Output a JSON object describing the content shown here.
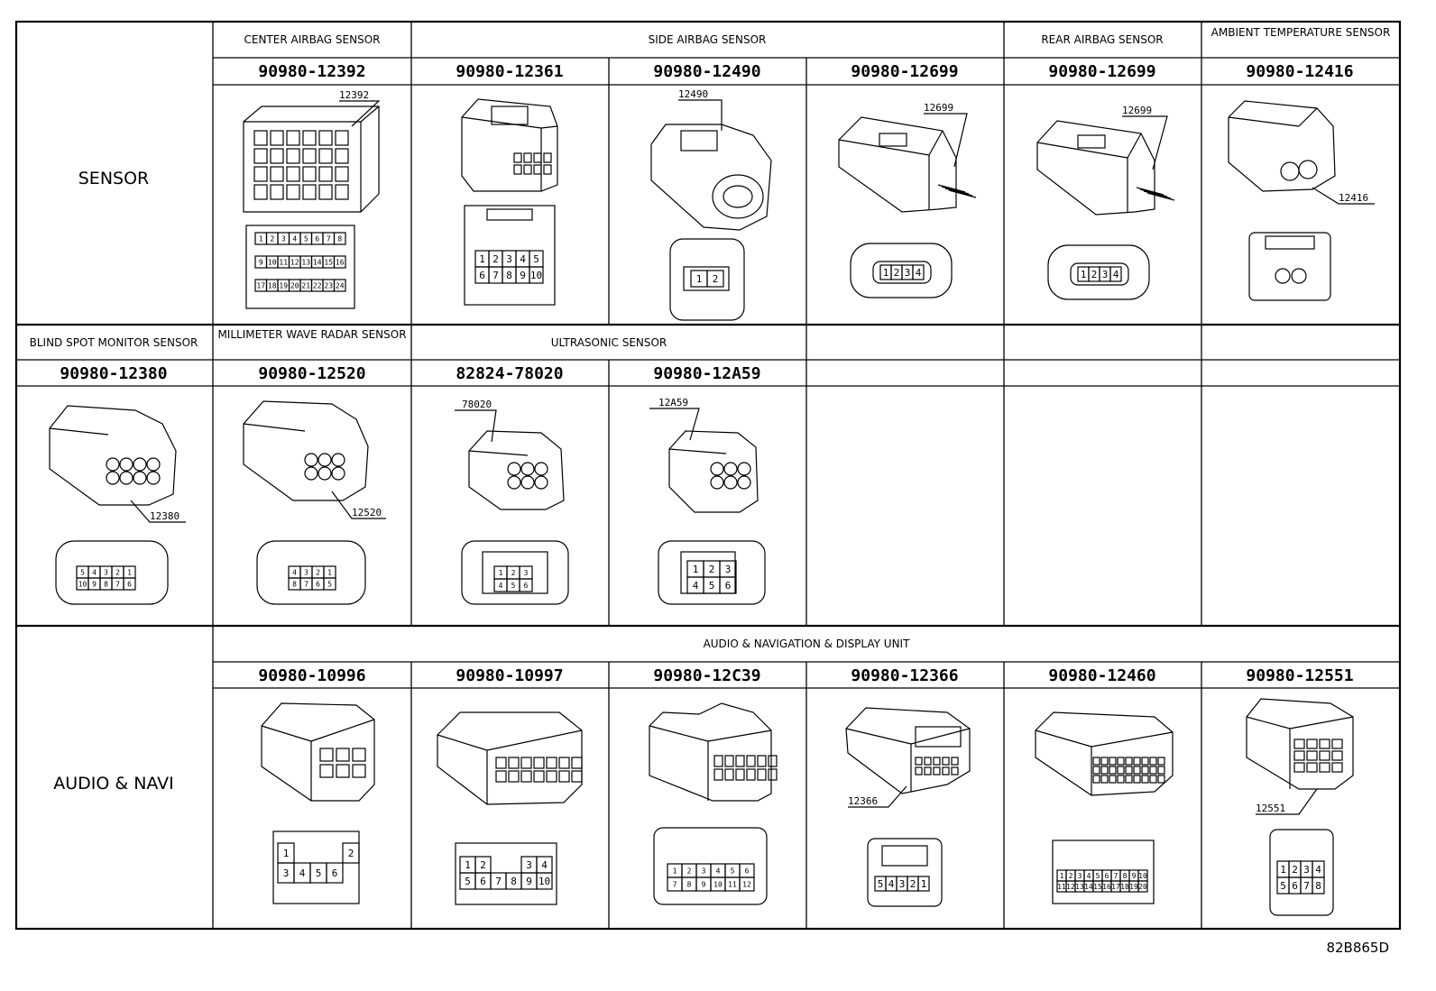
{
  "categories": {
    "sensor": "SENSOR",
    "audio": "AUDIO & NAVI"
  },
  "row1": {
    "headers": {
      "center": "CENTER AIRBAG SENSOR",
      "side": "SIDE AIRBAG SENSOR",
      "rear": "REAR AIRBAG SENSOR",
      "ambient": "AMBIENT TEMPERATURE SENSOR"
    },
    "parts": [
      "90980-12392",
      "90980-12361",
      "90980-12490",
      "90980-12699",
      "90980-12699",
      "90980-12416"
    ],
    "callouts": [
      "12392",
      "12490",
      "12699",
      "12699",
      "12416"
    ]
  },
  "row2": {
    "headers": {
      "blind": "BLIND SPOT MONITOR SENSOR",
      "mmw": "MILLIMETER WAVE RADAR SENSOR",
      "ultra": "ULTRASONIC SENSOR"
    },
    "parts": [
      "90980-12380",
      "90980-12520",
      "82824-78020",
      "90980-12A59"
    ],
    "callouts": [
      "12380",
      "12520",
      "78020",
      "12A59"
    ]
  },
  "row3": {
    "header": "AUDIO & NAVIGATION & DISPLAY UNIT",
    "parts": [
      "90980-10996",
      "90980-10997",
      "90980-12C39",
      "90980-12366",
      "90980-12460",
      "90980-12551"
    ],
    "callouts": [
      "12366",
      "12551"
    ]
  },
  "footer_code": "82B865D"
}
